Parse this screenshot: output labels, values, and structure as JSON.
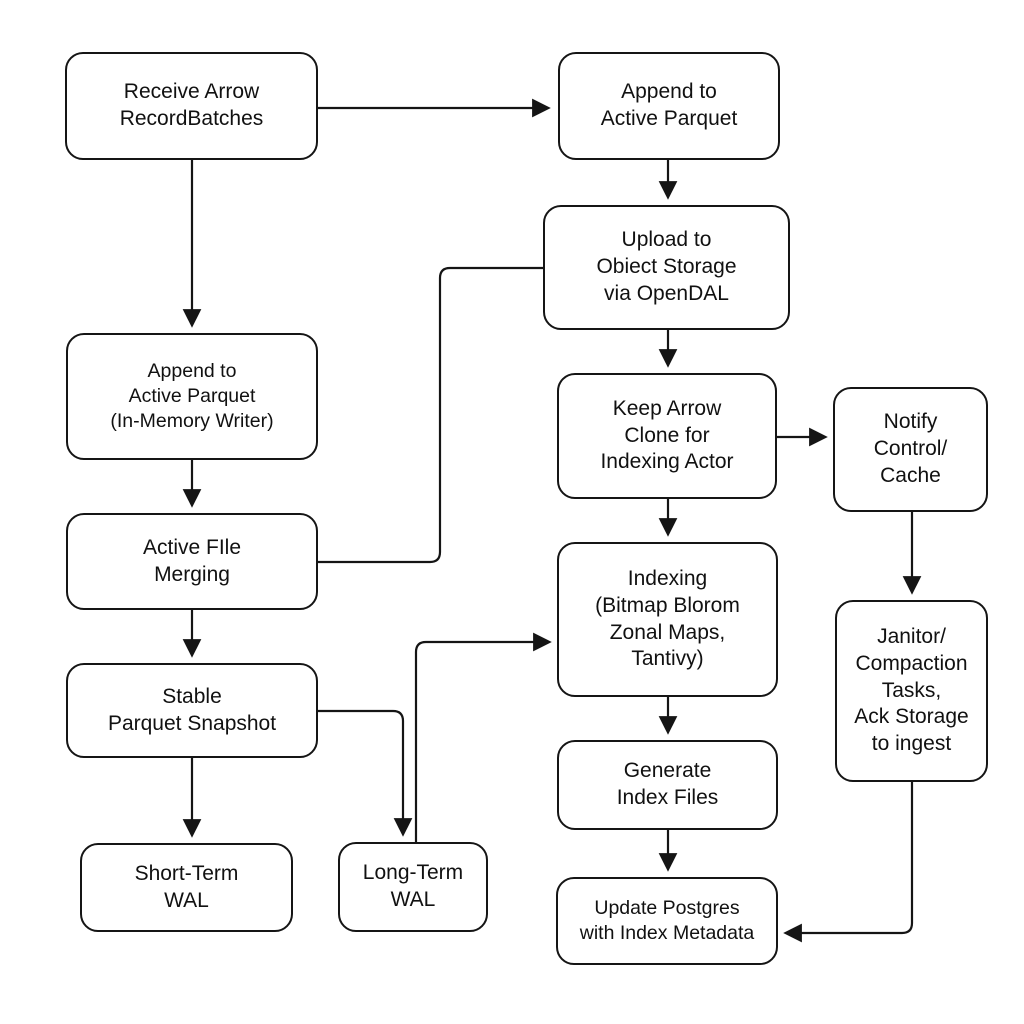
{
  "colors": {
    "background": "#ffffff",
    "node_fill": "#ffffff",
    "stroke": "#151515",
    "text": "#111111"
  },
  "nodes": {
    "receive": {
      "label": "Receive Arrow\nRecordBatches"
    },
    "append1": {
      "label": "Append to\nActive Parquet"
    },
    "upload": {
      "label": "Upload to\nObiect Storage\nvia OpenDAL"
    },
    "keep": {
      "label": "Keep Arrow\nClone for\nIndexing Actor"
    },
    "notify": {
      "label": "Notify\nControl/\nCache"
    },
    "append2": {
      "label": "Append to\nActive Parquet\n(In-Memory Writer)"
    },
    "merge": {
      "label": "Active FIle\nMerging"
    },
    "stable": {
      "label": "Stable\nParquet Snapshot"
    },
    "shortwal": {
      "label": "Short-Term\nWAL"
    },
    "longwal": {
      "label": "Long-Term\nWAL"
    },
    "indexing": {
      "label": "Indexing\n(Bitmap  Blorom\nZonal Maps,\nTantivy)"
    },
    "generate": {
      "label": "Generate\nIndex Files"
    },
    "update": {
      "label": "Update Postgres\nwith Index Metadata"
    },
    "janitor": {
      "label": "Janitor/\nCompaction\nTasks,\nAck Storage\nto ingest"
    }
  },
  "edges": [
    {
      "from": "receive",
      "to": "append1",
      "arrow": true
    },
    {
      "from": "receive",
      "to": "append2",
      "arrow": true
    },
    {
      "from": "append1",
      "to": "upload",
      "arrow": true
    },
    {
      "from": "upload",
      "to": "keep",
      "arrow": true
    },
    {
      "from": "keep",
      "to": "notify",
      "arrow": true
    },
    {
      "from": "keep",
      "to": "indexing",
      "arrow": true
    },
    {
      "from": "notify",
      "to": "janitor",
      "arrow": true
    },
    {
      "from": "append2",
      "to": "merge",
      "arrow": true
    },
    {
      "from": "merge",
      "to": "upload",
      "arrow": false
    },
    {
      "from": "merge",
      "to": "stable",
      "arrow": true
    },
    {
      "from": "stable",
      "to": "shortwal",
      "arrow": true
    },
    {
      "from": "stable",
      "to": "longwal",
      "arrow": true
    },
    {
      "from": "longwal",
      "to": "indexing",
      "arrow": true
    },
    {
      "from": "indexing",
      "to": "generate",
      "arrow": true
    },
    {
      "from": "generate",
      "to": "update",
      "arrow": true
    },
    {
      "from": "janitor",
      "to": "update",
      "arrow": true
    }
  ]
}
